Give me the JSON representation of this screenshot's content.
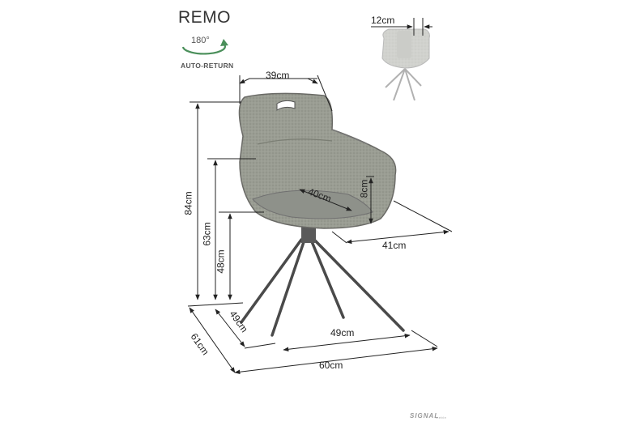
{
  "product": {
    "name": "REMO"
  },
  "rotation": {
    "degrees": "180°",
    "label": "AUTO-RETURN"
  },
  "dimensions": {
    "top_handle": "12cm",
    "back_width": "39cm",
    "seat_depth": "40cm",
    "armrest_height": "8cm",
    "seat_width": "41cm",
    "total_height": "84cm",
    "armrest_floor_height": "63cm",
    "seat_height": "48cm",
    "base_depth": "49cm",
    "base_width": "49cm",
    "total_depth": "61cm",
    "total_width": "60cm"
  },
  "brand": {
    "logo_text": "SIGNAL",
    "logo_sub": "meble"
  }
}
